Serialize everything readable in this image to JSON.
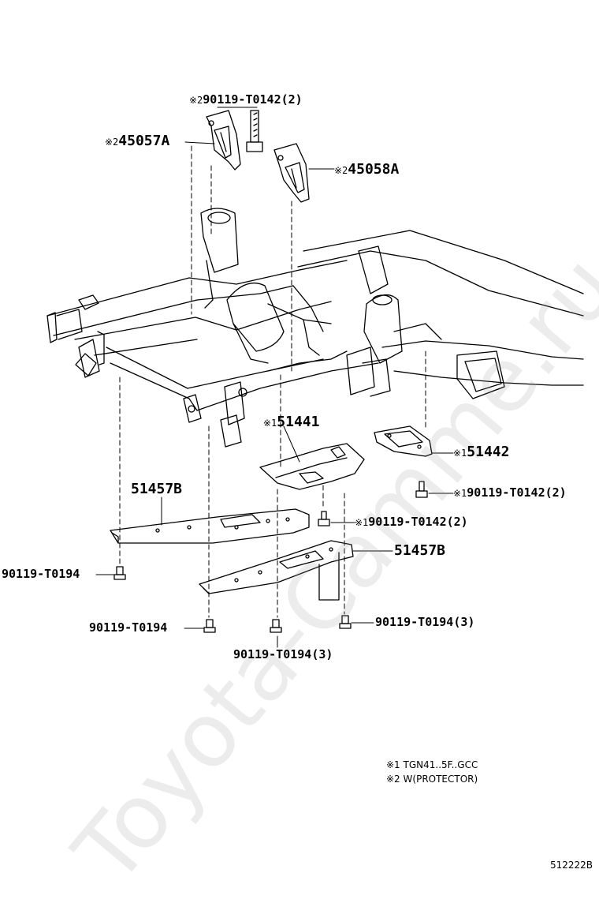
{
  "labels": {
    "bolt_45057": {
      "mark": "※2",
      "part": "90119-T0142",
      "qty": "(2)"
    },
    "bracket_45057": {
      "mark": "※2",
      "part": "45057A"
    },
    "bracket_45058": {
      "mark": "※2",
      "part": "45058A"
    },
    "protector_51441": {
      "mark": "※1",
      "part": "51441"
    },
    "protector_51442": {
      "mark": "※1",
      "part": "51442"
    },
    "bolt_51442": {
      "mark": "※1",
      "part": "90119-T0142",
      "qty": "(2)"
    },
    "bolt_51441": {
      "mark": "※1",
      "part": "90119-T0142",
      "qty": "(2)"
    },
    "crossmember_front": {
      "part": "51457B"
    },
    "crossmember_rear": {
      "part": "51457B"
    },
    "bolt_left": {
      "part": "90119-T0194"
    },
    "bolt_lower_left": {
      "part": "90119-T0194"
    },
    "bolt_lower_center": {
      "part": "90119-T0194",
      "qty": "(3)"
    },
    "bolt_lower_right": {
      "part": "90119-T0194",
      "qty": "(3)"
    }
  },
  "legend": [
    {
      "mark": "※1",
      "text": "TGN41..5F..GCC"
    },
    {
      "mark": "※2",
      "text": "W(PROTECTOR)"
    }
  ],
  "diagram_id": "512222B",
  "watermark": "Toyota-Camme.ru",
  "colors": {
    "line": "#000000",
    "fill": "#ffffff",
    "watermark": "#969696"
  }
}
